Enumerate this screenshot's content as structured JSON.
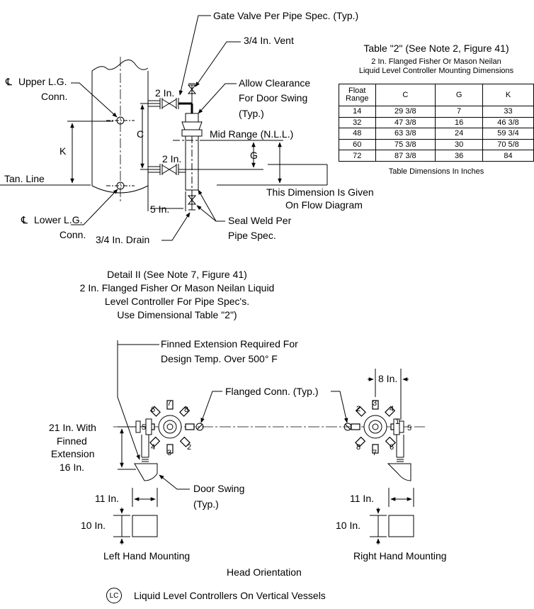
{
  "upper_diagram": {
    "gate_valve": "Gate Valve Per Pipe Spec. (Typ.)",
    "vent": "3/4 In. Vent",
    "clearance": [
      "Allow Clearance",
      "For Door Swing",
      "(Typ.)"
    ],
    "mid_range": "Mid Range (N.L.L.)",
    "upper_lg": [
      "Upper L.G.",
      "Conn."
    ],
    "lower_lg": [
      "Lower L.G.",
      "Conn."
    ],
    "tan_line": "Tan. Line",
    "dim_c": "C",
    "dim_k": "K",
    "dim_g": "G",
    "two_in_upper": "2 In.",
    "two_in_lower": "2 In.",
    "five_in": "5 In.",
    "drain": "3/4 In. Drain",
    "seal_weld": [
      "Seal Weld Per",
      "Pipe Spec."
    ],
    "flow_diagram": [
      "This Dimension Is Given",
      "On Flow Diagram"
    ],
    "centerline_symbol": "℄"
  },
  "table": {
    "title": "Table \"2\" (See Note 2, Figure 41)",
    "subtitle": [
      "2 In. Flanged Fisher Or Mason Neilan",
      "Liquid Level Controller Mounting Dimensions"
    ],
    "headers": [
      "Float Range",
      "C",
      "G",
      "K"
    ],
    "rows": [
      [
        "14",
        "29 3/8",
        "7",
        "33"
      ],
      [
        "32",
        "47 3/8",
        "16",
        "46 3/8"
      ],
      [
        "48",
        "63 3/8",
        "24",
        "59 3/4"
      ],
      [
        "60",
        "75 3/8",
        "30",
        "70 5/8"
      ],
      [
        "72",
        "87 3/8",
        "36",
        "84"
      ]
    ],
    "footer": "Table Dimensions In Inches"
  },
  "detail": {
    "lines": [
      "Detail II (See Note 7, Figure 41)",
      "2 In. Flanged Fisher Or Mason Neilan Liquid",
      "Level Controller For Pipe Spec's.",
      "Use Dimensional Table \"2\")"
    ]
  },
  "head": {
    "finned": [
      "Finned Extension Required For",
      "Design Temp. Over 500° F"
    ],
    "flanged": "Flanged Conn. (Typ.)",
    "eight_in": "8 In.",
    "height_dim": [
      "21 In. With",
      "Finned",
      "Extension",
      "16 In."
    ],
    "door_swing": [
      "Door Swing",
      "(Typ.)"
    ],
    "eleven_left": "11 In.",
    "ten_left": "10 In.",
    "eleven_right": "11 In.",
    "ten_right": "10 In.",
    "left_mount": "Left Hand Mounting",
    "right_mount": "Right Hand Mounting",
    "orientation": "Head Orientation",
    "left_numbers": [
      "6",
      "7",
      "8",
      "5",
      "4",
      "3",
      "2"
    ],
    "right_numbers": [
      "2",
      "3",
      "4",
      "1",
      "5",
      "8",
      "7",
      "6"
    ]
  },
  "footer": {
    "badge": "LC",
    "title": "Liquid Level Controllers On Vertical Vessels"
  }
}
